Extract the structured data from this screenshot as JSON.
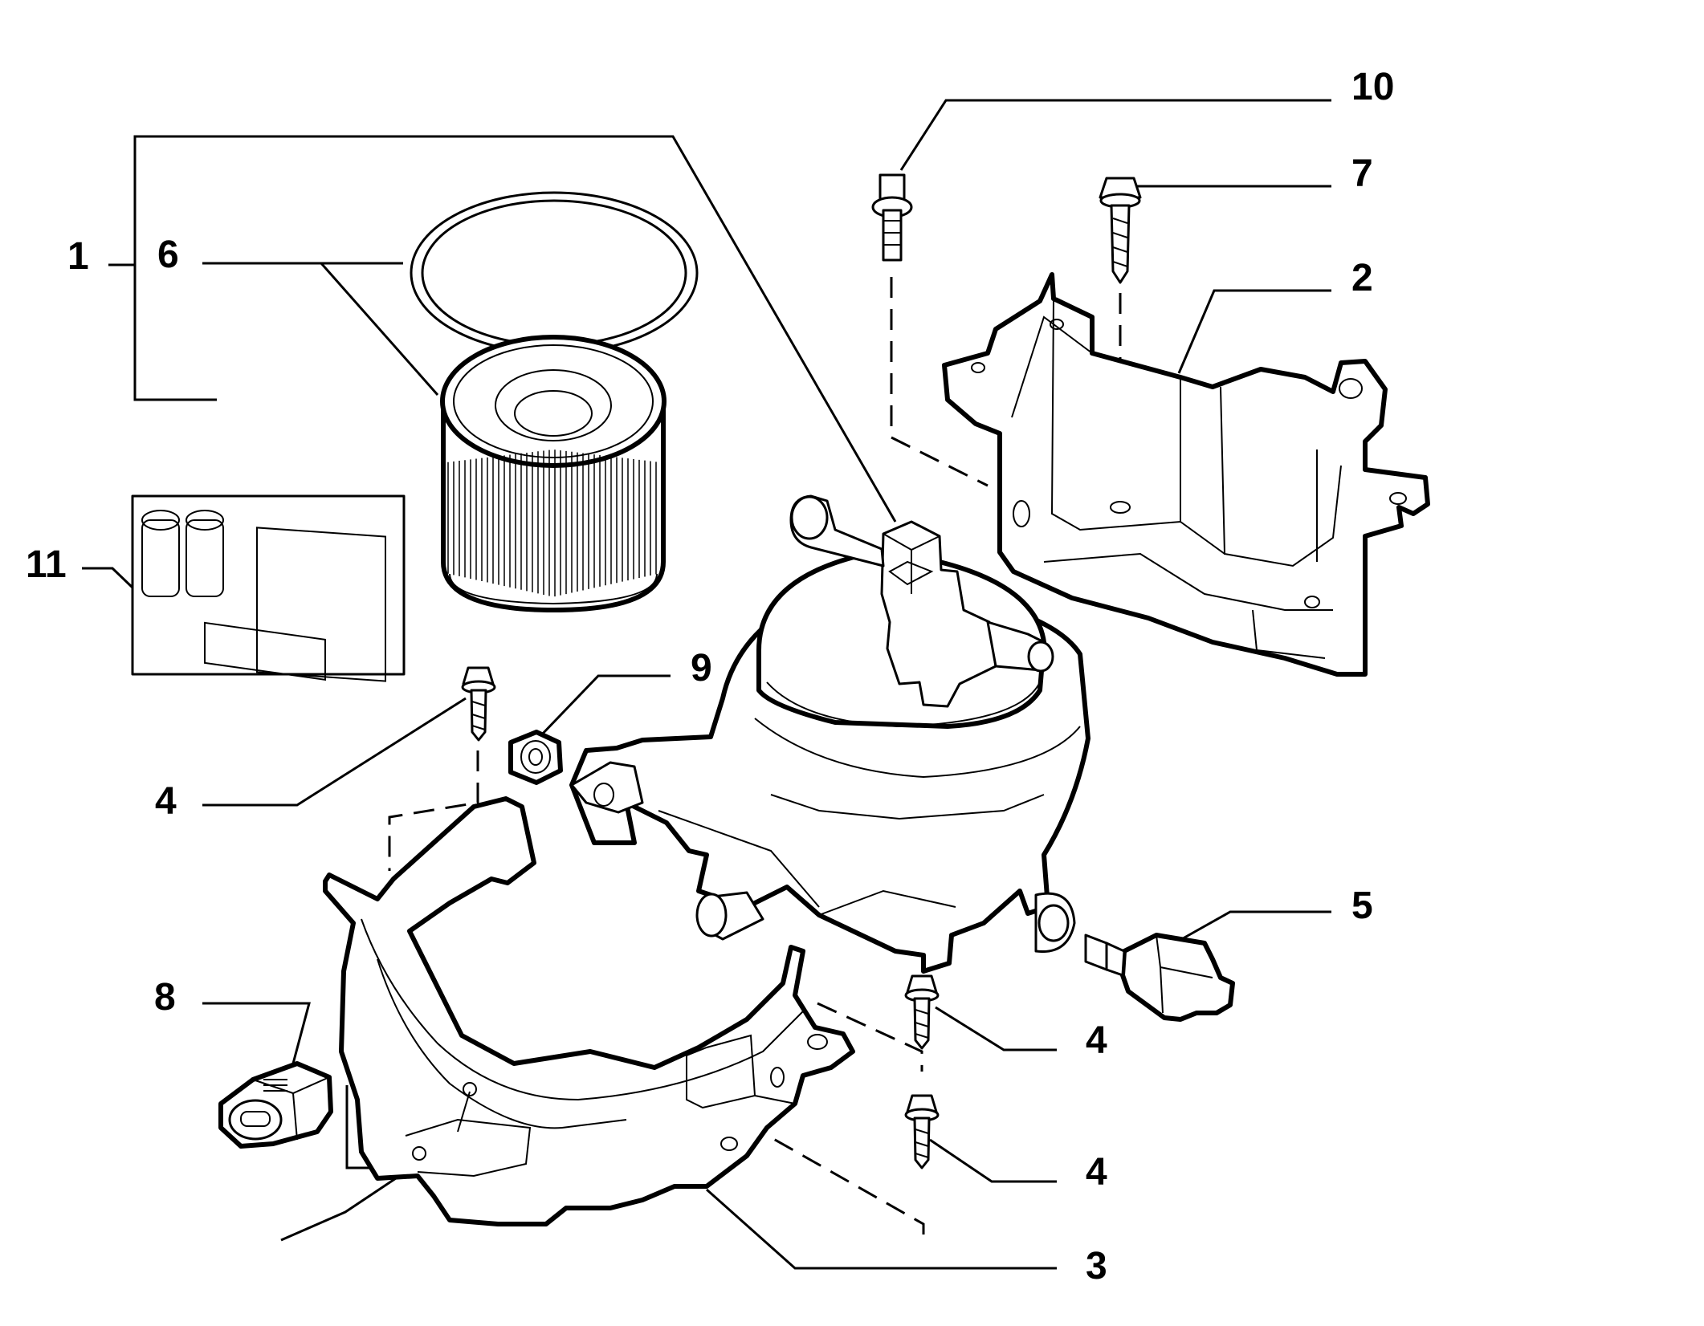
{
  "callouts": [
    {
      "label": "1"
    },
    {
      "label": "2"
    },
    {
      "label": "3"
    },
    {
      "label": "4"
    },
    {
      "label": "4"
    },
    {
      "label": "4"
    },
    {
      "label": "5"
    },
    {
      "label": "6"
    },
    {
      "label": "7"
    },
    {
      "label": "8"
    },
    {
      "label": "9"
    },
    {
      "label": "10"
    },
    {
      "label": "11"
    }
  ]
}
